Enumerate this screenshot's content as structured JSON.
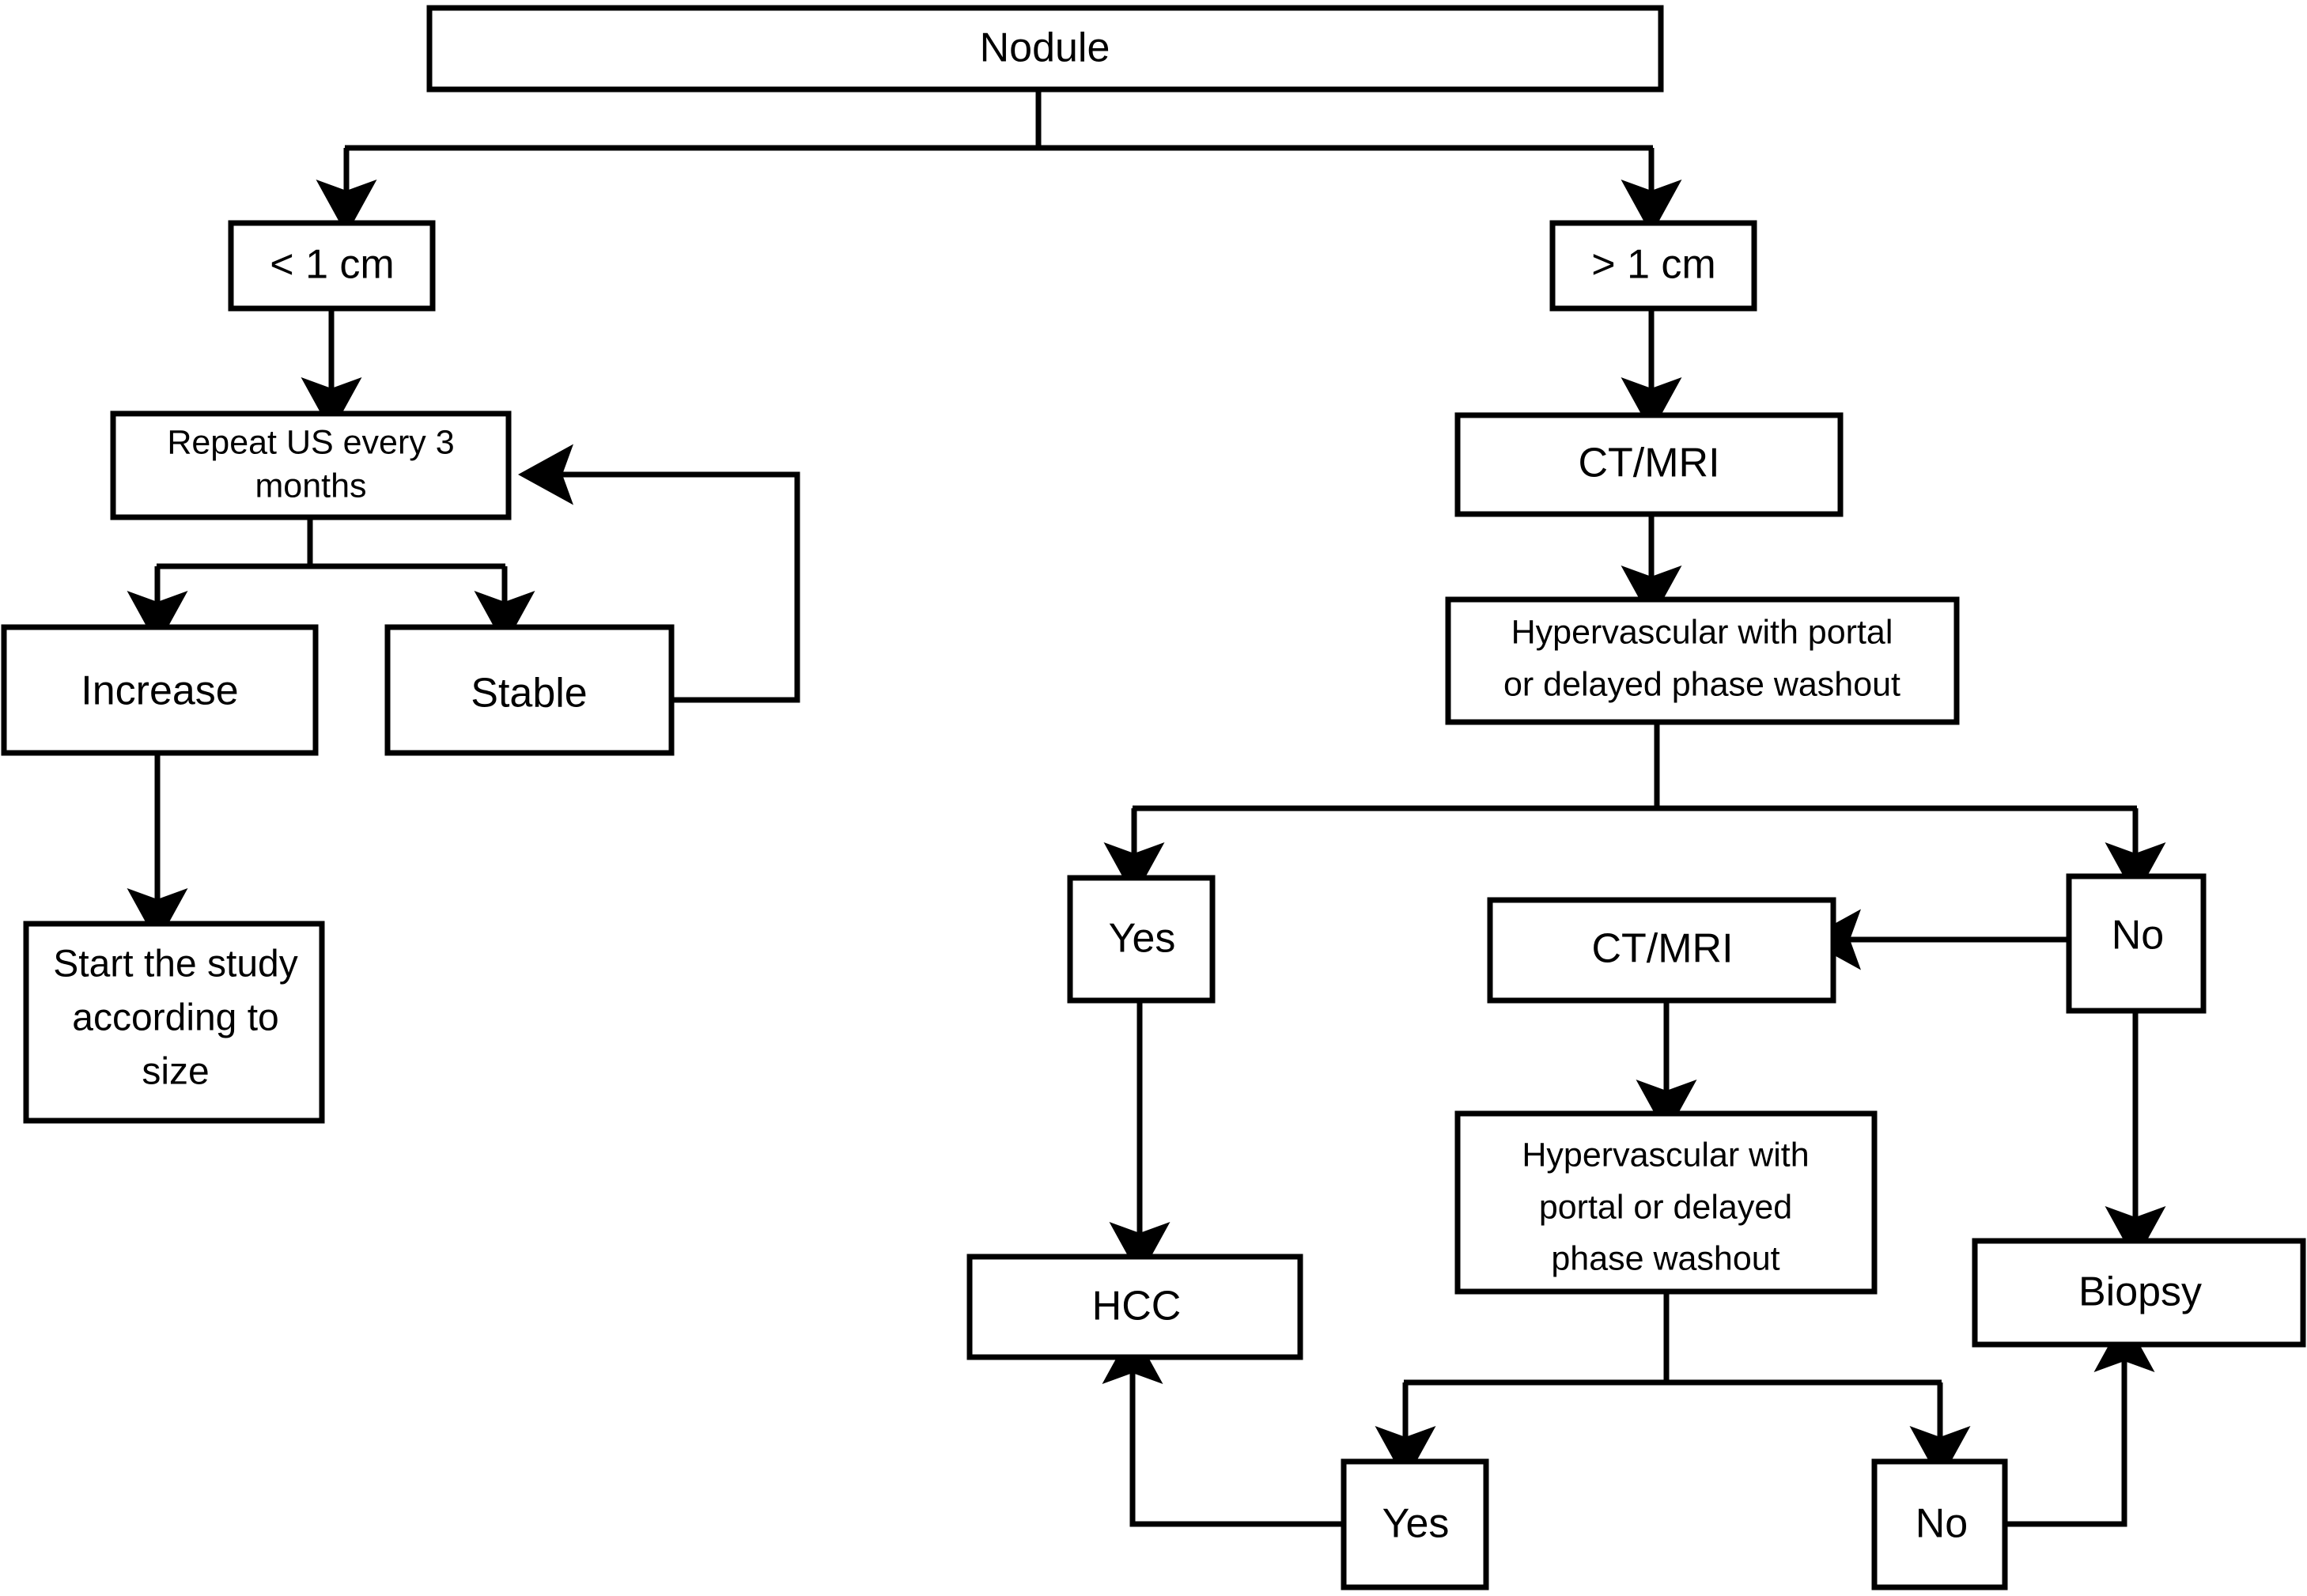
{
  "diagram": {
    "title": "HCC nodule diagnostic algorithm flowchart",
    "background_color": "#ffffff",
    "line_color": "#000000",
    "box_fill": "#ffffff"
  },
  "nodes": {
    "nodule": {
      "label": "Nodule"
    },
    "lt1cm": {
      "label": "< 1 cm"
    },
    "gt1cm": {
      "label": "> 1 cm"
    },
    "repeat_us": {
      "line1": "Repeat US every 3",
      "line2": "months"
    },
    "increase": {
      "label": "Increase"
    },
    "stable": {
      "label": "Stable"
    },
    "start_study": {
      "line1": "Start the study",
      "line2": "according to",
      "line3": "size"
    },
    "ctmri_1": {
      "label": "CT/MRI"
    },
    "hyper_1": {
      "line1": "Hypervascular with portal",
      "line2": "or delayed phase washout"
    },
    "yes_1": {
      "label": "Yes"
    },
    "ctmri_2": {
      "label": "CT/MRI"
    },
    "no_1": {
      "label": "No"
    },
    "hyper_2": {
      "line1": "Hypervascular with",
      "line2": "portal or delayed",
      "line3": "phase washout"
    },
    "hcc": {
      "label": "HCC"
    },
    "biopsy": {
      "label": "Biopsy"
    },
    "yes_2": {
      "label": "Yes"
    },
    "no_2": {
      "label": "No"
    }
  }
}
